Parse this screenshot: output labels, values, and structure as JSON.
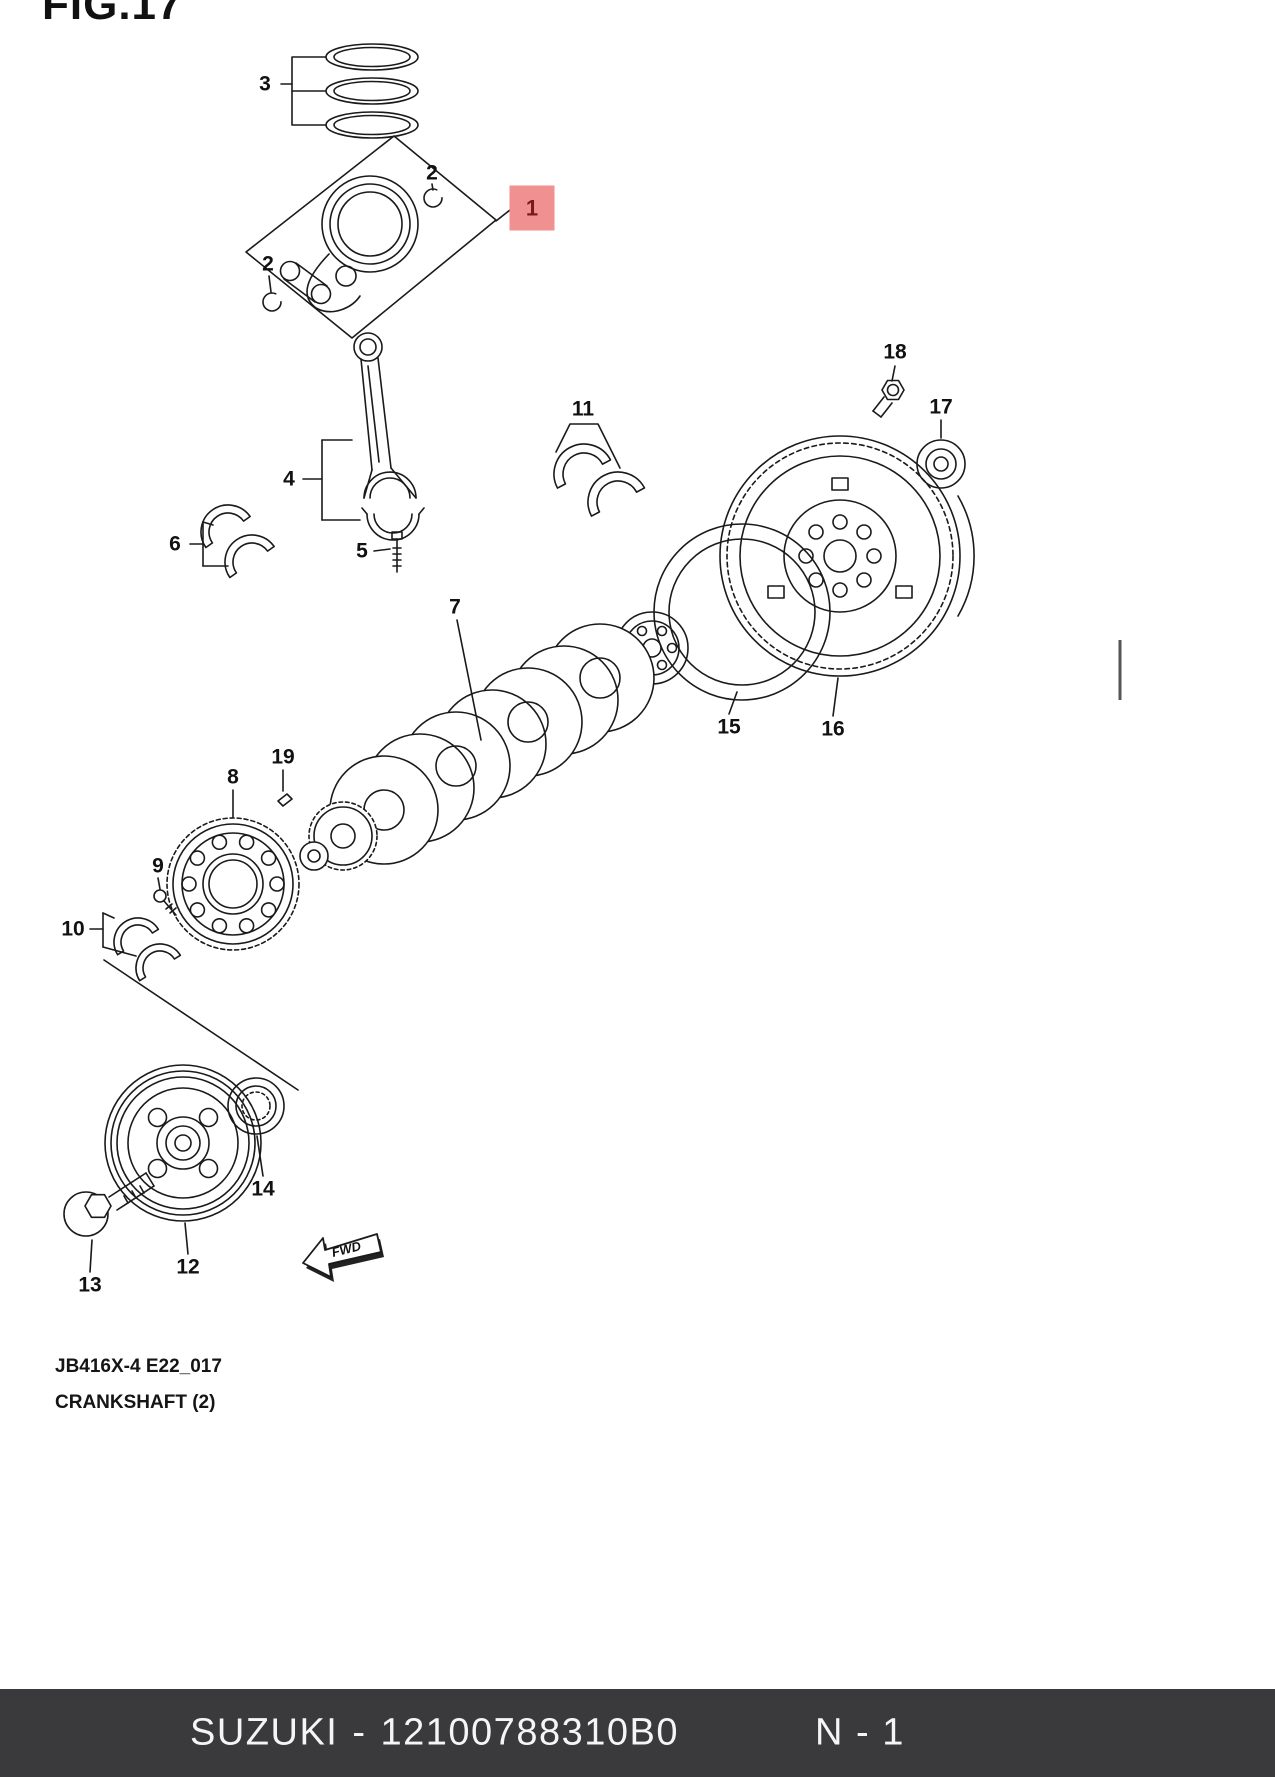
{
  "figure": {
    "fig_label": "FIG.17",
    "drawing_code": "JB416X-4 E22_017",
    "drawing_title": "CRANKSHAFT (2)",
    "fwd_label": "FWD"
  },
  "callouts": [
    {
      "num": "3"
    },
    {
      "num": "2"
    },
    {
      "num": "1",
      "highlighted": true
    },
    {
      "num": "2"
    },
    {
      "num": "4"
    },
    {
      "num": "5"
    },
    {
      "num": "6"
    },
    {
      "num": "11"
    },
    {
      "num": "7"
    },
    {
      "num": "18"
    },
    {
      "num": "17"
    },
    {
      "num": "15"
    },
    {
      "num": "16"
    },
    {
      "num": "8"
    },
    {
      "num": "19"
    },
    {
      "num": "9"
    },
    {
      "num": "10"
    },
    {
      "num": "14"
    },
    {
      "num": "12"
    },
    {
      "num": "13"
    }
  ],
  "footer_bar": {
    "brand": "SUZUKI",
    "separator": "-",
    "part_number": "12100788310B0",
    "page_ref": "N - 1"
  },
  "colors": {
    "highlight_bg": "#f19090",
    "highlight_text": "#7c1a1a",
    "footer_bar_bg": "#3a3a3c",
    "footer_bar_text": "#f5f5f5",
    "line_color": "#1a1a1a"
  }
}
